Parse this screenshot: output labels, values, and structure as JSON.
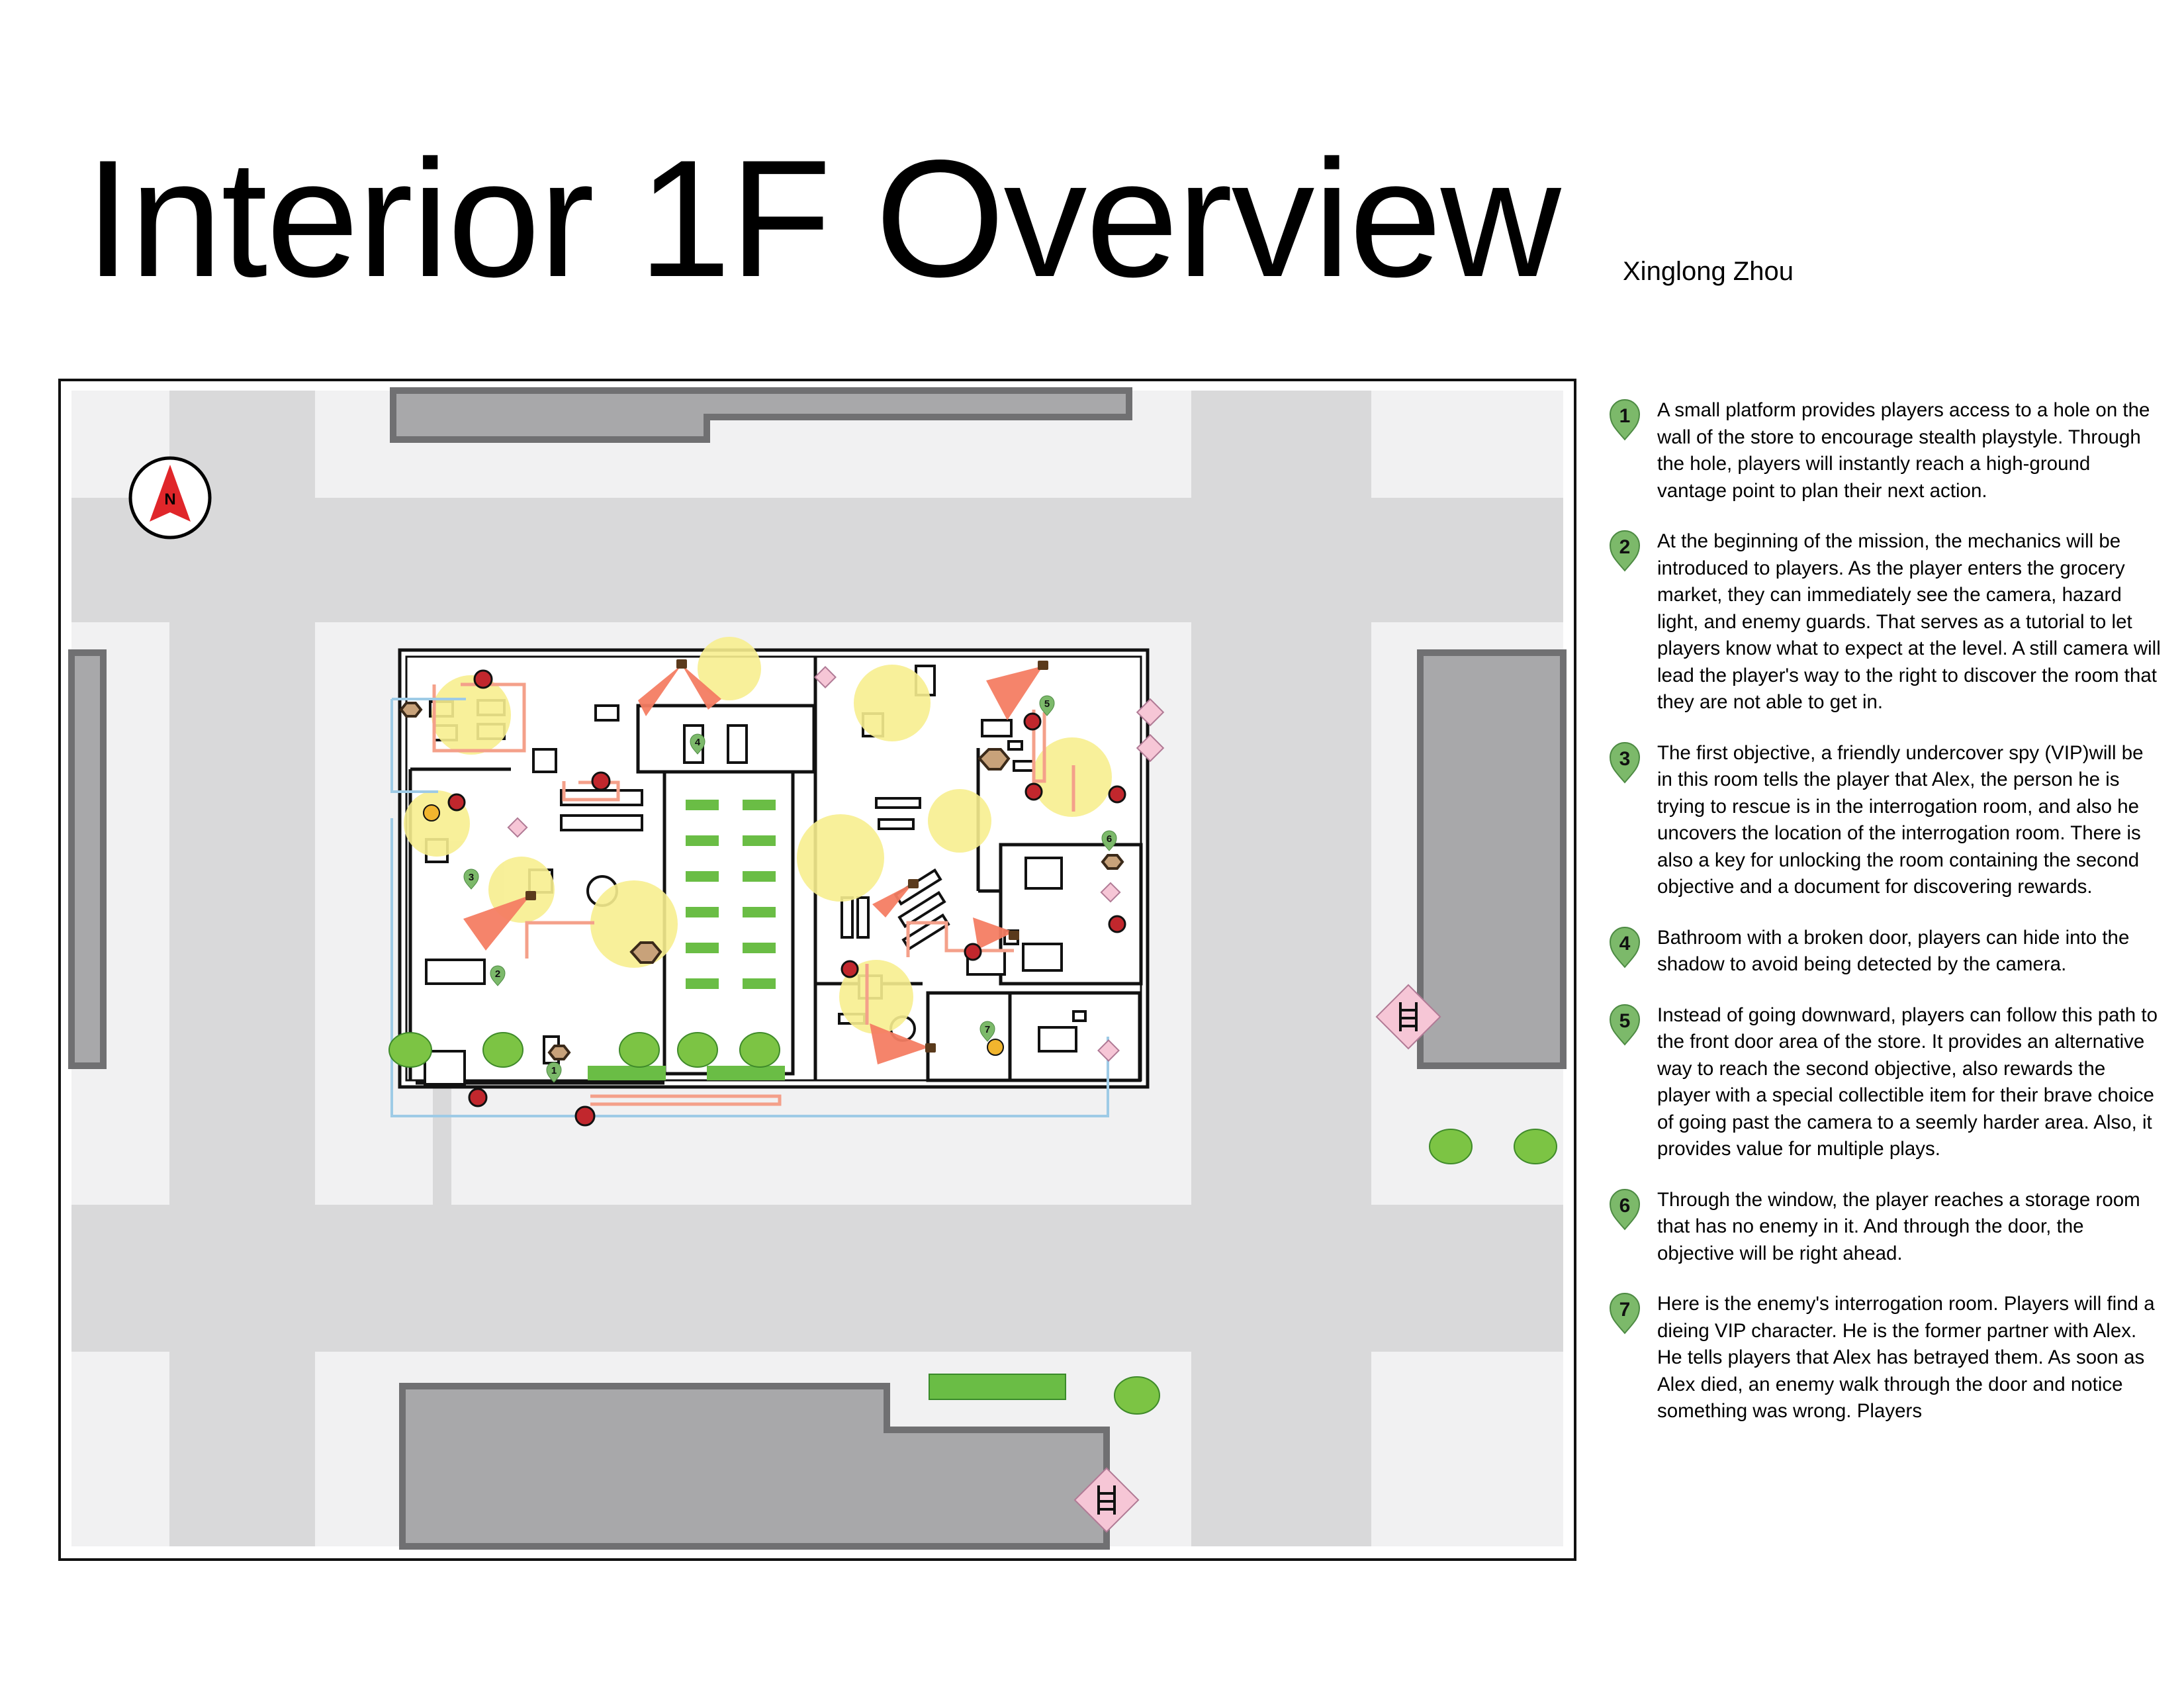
{
  "title": "Interior 1F Overview",
  "author": "Xinglong Zhou",
  "compass": {
    "label": "N"
  },
  "colors": {
    "street": "#d9d9da",
    "sidewalk": "#f1f1f2",
    "building": "#a8a8aa",
    "building_edge": "#707072",
    "grass": "#7cc444",
    "shelf": "#6abd45",
    "light": "#f7ee8f",
    "cone": "#f47d63",
    "enemy": "#c1272d",
    "path": "#f4a08a",
    "route": "#9ecbe6",
    "pin": "#7cb96a",
    "ladder_bg": "#f6c6d6"
  },
  "map": {
    "legend_pins": [
      "1",
      "2",
      "3",
      "4",
      "5",
      "6",
      "7"
    ]
  },
  "notes": [
    {
      "num": "1",
      "text": "A small platform provides players access to a hole on the wall of the store to encourage stealth playstyle. Through the hole, players will instantly reach a high-ground vantage point to plan their next action."
    },
    {
      "num": "2",
      "text": "At the beginning of the mission, the mechanics will be introduced to players. As the player enters the grocery market, they can immediately see the camera, hazard light, and enemy guards. That serves as a tutorial to let players know what to expect at the level. A still camera will lead the player's way to the right to discover the room that they are not able to get in."
    },
    {
      "num": "3",
      "text": "The first objective, a friendly undercover spy (VIP)will be in this room tells the player that Alex, the person he is trying to rescue is in the interrogation room, and also he uncovers the location of the interrogation room. There is also a key for unlocking the room containing the second objective and a document for discovering rewards."
    },
    {
      "num": "4",
      "text": "Bathroom with a broken door, players can hide into the shadow to avoid being detected by the camera."
    },
    {
      "num": "5",
      "text": "Instead of going downward, players can follow this path to the front door area of the store. It provides an alternative way to reach the second objective, also rewards the player with a special collectible item for their brave choice of going past the camera to a seemly harder area. Also, it provides value for multiple plays."
    },
    {
      "num": "6",
      "text": "Through the window, the player reaches a storage room that has no enemy in it. And through the door, the objective will be right ahead."
    },
    {
      "num": "7",
      "text": "Here is the enemy's interrogation room. Players will find a dieing VIP character. He is the former partner with Alex. He tells players that Alex has betrayed them. As soon as Alex died, an enemy walk through the door and notice something was wrong. Players"
    }
  ]
}
